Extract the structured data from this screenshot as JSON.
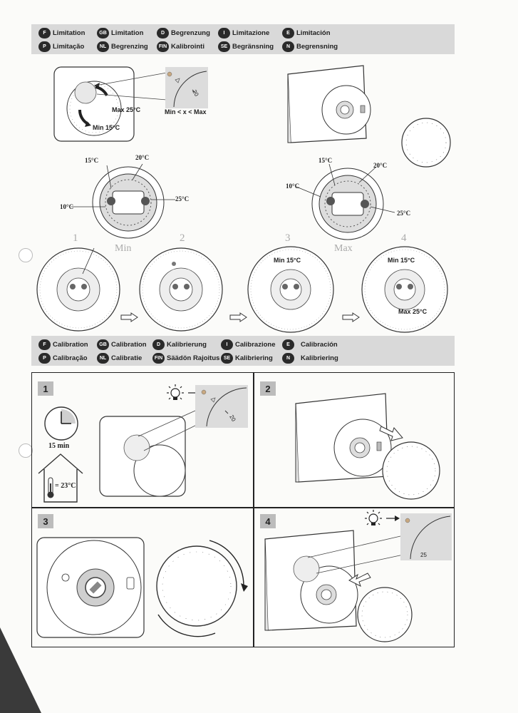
{
  "limitation_bar": {
    "row1": [
      {
        "code": "F",
        "label": "Limitation"
      },
      {
        "code": "GB",
        "label": "Limitation"
      },
      {
        "code": "D",
        "label": "Begrenzung"
      },
      {
        "code": "I",
        "label": "Limitazione"
      },
      {
        "code": "E",
        "label": "Limitación"
      }
    ],
    "row2": [
      {
        "code": "P",
        "label": "Limitação"
      },
      {
        "code": "NL",
        "label": "Begrenzing"
      },
      {
        "code": "FIN",
        "label": "Kalibrointi"
      },
      {
        "code": "SE",
        "label": "Begränsning"
      },
      {
        "code": "N",
        "label": "Begrensning"
      }
    ]
  },
  "limitation_diagram": {
    "max_label": "Max 25°C",
    "min_label": "Min 15°C",
    "range_label": "Min < x < Max",
    "dial_zoom_number": "20",
    "ring_left": {
      "t15": "15°C",
      "t20": "20°C",
      "t25": "25°C",
      "t10": "10°C"
    },
    "ring_right": {
      "t15": "15°C",
      "t20": "20°C",
      "t25": "25°C",
      "t10": "10°C"
    },
    "steps": [
      {
        "num": "1",
        "overlay": "Min",
        "caption": ""
      },
      {
        "num": "2",
        "overlay": "",
        "caption": ""
      },
      {
        "num": "3",
        "overlay": "Max",
        "caption": "Min 15°C"
      },
      {
        "num": "4",
        "overlay": "",
        "caption": "Min 15°C",
        "caption2": "Max 25°C"
      }
    ]
  },
  "calibration_bar": {
    "row1": [
      {
        "code": "F",
        "label": "Calibration"
      },
      {
        "code": "GB",
        "label": "Calibration"
      },
      {
        "code": "D",
        "label": "Kalibrierung"
      },
      {
        "code": "I",
        "label": "Calibrazione"
      },
      {
        "code": "E",
        "label": "Calibración"
      }
    ],
    "row2": [
      {
        "code": "P",
        "label": "Calibração"
      },
      {
        "code": "NL",
        "label": "Calibratie"
      },
      {
        "code": "FIN",
        "label": "Säädön Rajoitus"
      },
      {
        "code": "SE",
        "label": "Kalibriering"
      },
      {
        "code": "N",
        "label": "Kalibriering"
      }
    ]
  },
  "calibration_panels": {
    "p1": {
      "num": "1",
      "wait": "15 min",
      "room_temp": "= 23°C",
      "dial_number": "20"
    },
    "p2": {
      "num": "2"
    },
    "p3": {
      "num": "3"
    },
    "p4": {
      "num": "4",
      "dial_number": "25"
    }
  },
  "colors": {
    "bar_bg": "#d9d9d9",
    "badge_bg": "#2a2a2a",
    "step_badge_bg": "#bcbcbc",
    "accent_marker": "#c8a880"
  }
}
